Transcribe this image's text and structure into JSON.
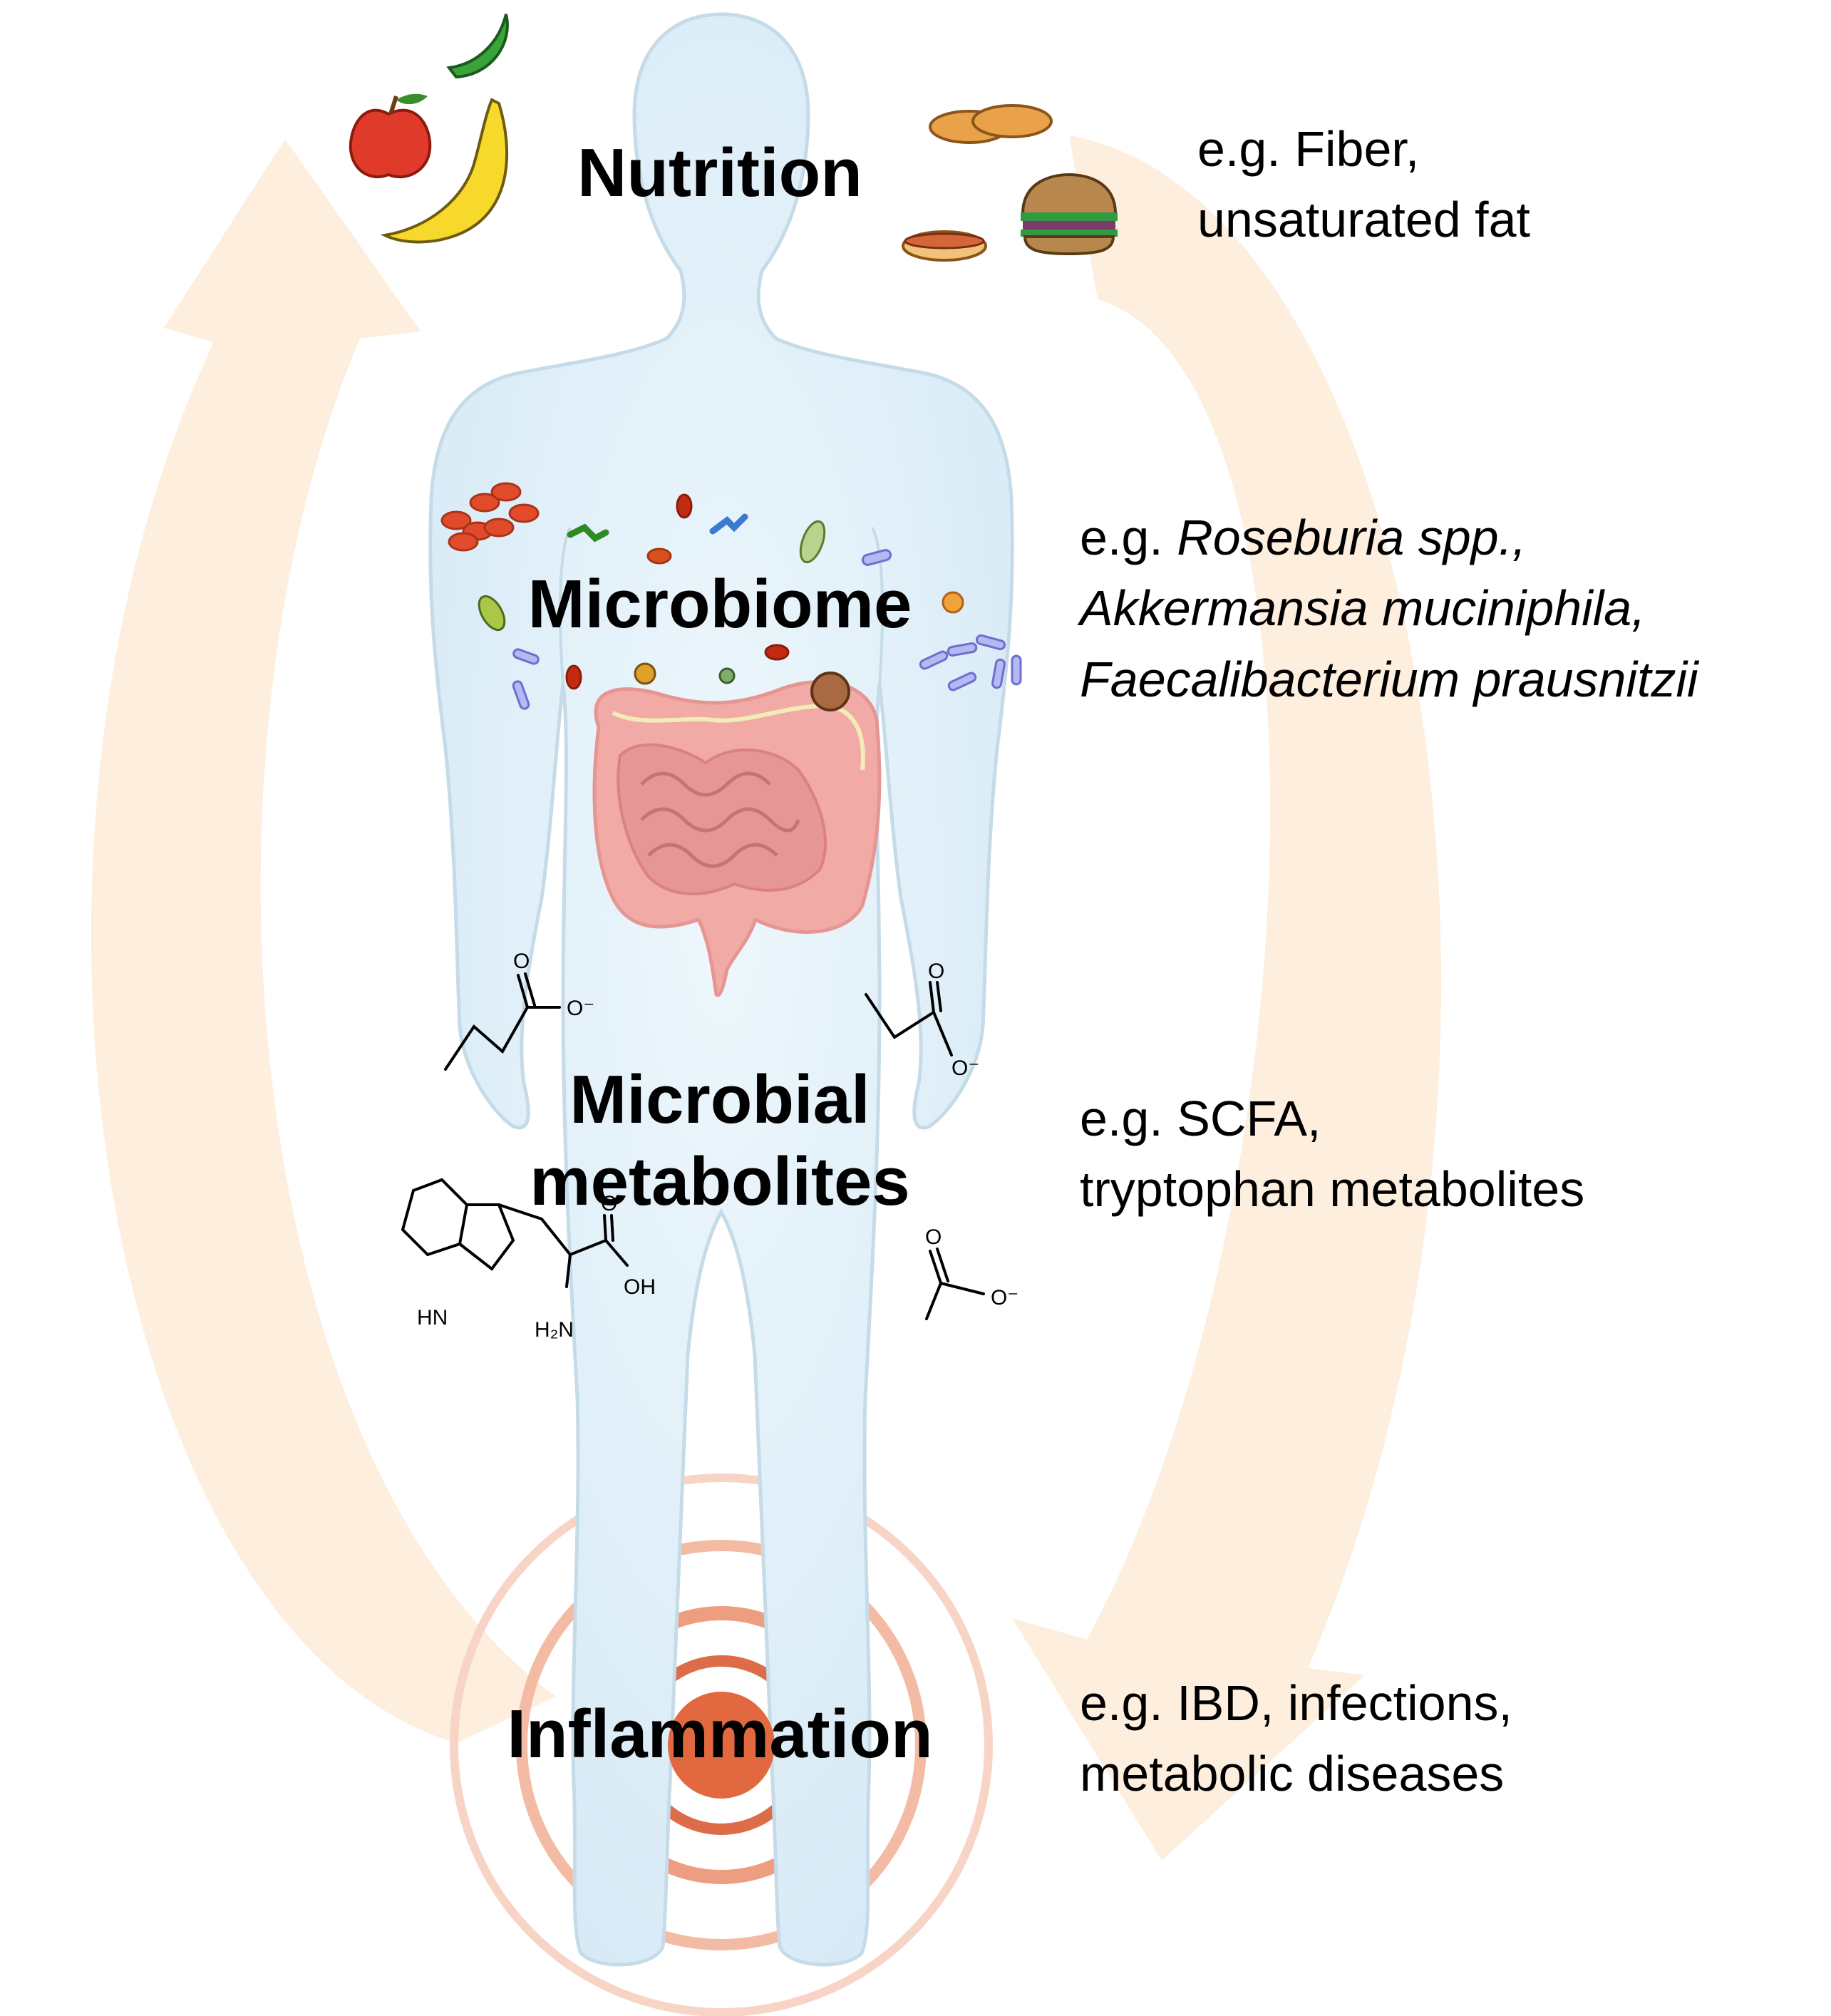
{
  "stages": {
    "nutrition": "Nutrition",
    "microbiome": "Microbiome",
    "metabolites_line1": "Microbial",
    "metabolites_line2": "metabolites",
    "inflammation": "Inflammation"
  },
  "examples": {
    "nutrition": {
      "line1": "e.g. Fiber,",
      "line2": "unsaturated fat"
    },
    "microbiome": {
      "prefix": "e.g. ",
      "line1": "Roseburia spp.,",
      "line2": "Akkermansia muciniphila,",
      "line3": "Faecalibacterium prausnitzii"
    },
    "metabolites": {
      "line1": "e.g. SCFA,",
      "line2": "tryptophan metabolites"
    },
    "inflammation": {
      "line1": "e.g. IBD, infections,",
      "line2": "metabolic diseases"
    }
  },
  "chemistry": {
    "oxygen": "O",
    "oxygen_anion": "O⁻",
    "hydroxyl": "OH",
    "indole_nh": "HN",
    "amine": "H₂N"
  },
  "colors": {
    "cycle_arrow": "#fdeedd",
    "body_fill": "#e3f1fa",
    "body_stroke": "#c7dde9",
    "intestine": "#f0a7a5",
    "inflammation_core": "#e2683f",
    "inflammation_ring": "#f4b8a0"
  }
}
